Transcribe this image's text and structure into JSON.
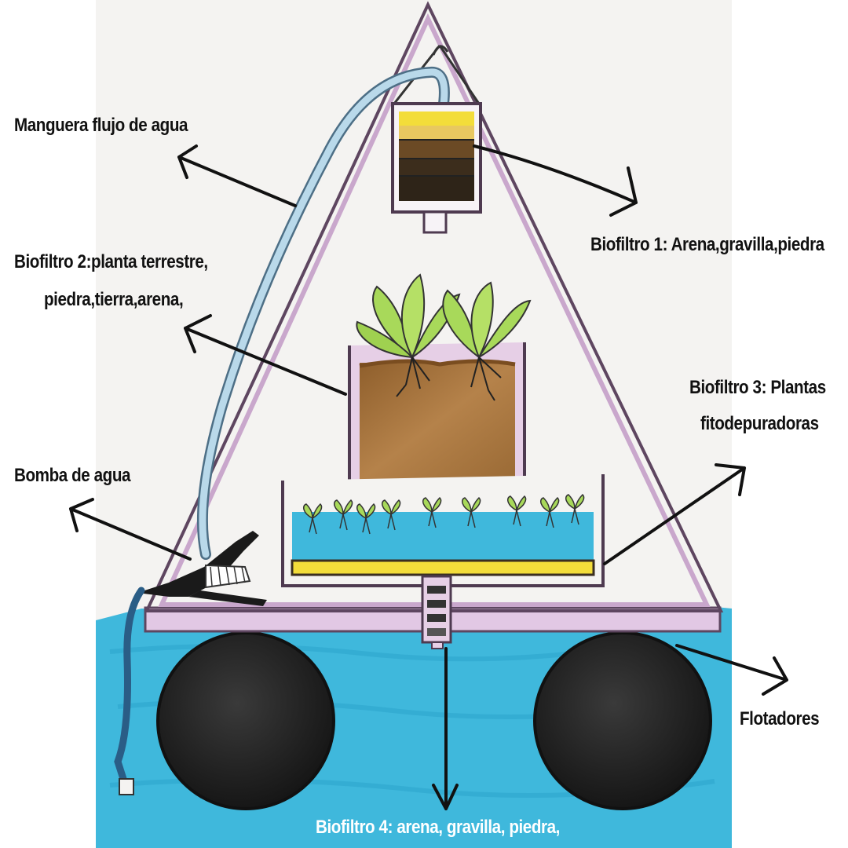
{
  "labels": {
    "manguera": "Manguera flujo de agua",
    "biofiltro1": "Biofiltro 1: Arena,gravilla,piedra",
    "biofiltro2_line1": "Biofiltro 2:planta terrestre,",
    "biofiltro2_line2": "piedra,tierra,arena,",
    "biofiltro3_line1": "Biofiltro 3: Plantas",
    "biofiltro3_line2": "fitodepuradoras",
    "bomba": "Bomba de agua",
    "flotadores": "Flotadores",
    "biofiltro4": "Biofiltro 4: arena, gravilla, piedra,"
  },
  "colors": {
    "paper": "#f4f3f1",
    "water": "#3fb8dc",
    "frame": "#d9b8dc",
    "frame_stroke": "#6b4f6d",
    "soil": "#a9763e",
    "sand": "#f3dd3a",
    "float": "#2c2c2c",
    "plant": "#a8d95a"
  }
}
